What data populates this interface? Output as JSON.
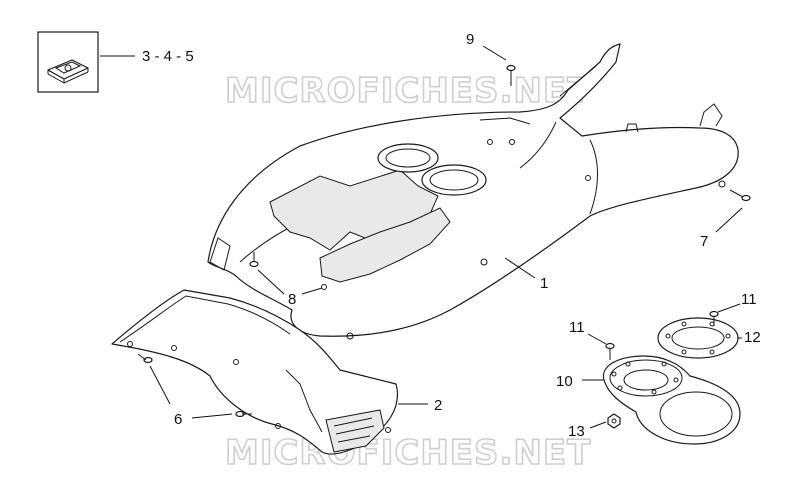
{
  "watermarks": {
    "top": "MICROFICHES.NET",
    "bottom": "MICROFICHES.NET"
  },
  "callouts": {
    "inset": "3 - 4 - 5",
    "c1": "1",
    "c2": "2",
    "c6": "6",
    "c7": "7",
    "c8": "8",
    "c9": "9",
    "c10": "10",
    "c11a": "11",
    "c11b": "11",
    "c12": "12",
    "c13": "13"
  }
}
